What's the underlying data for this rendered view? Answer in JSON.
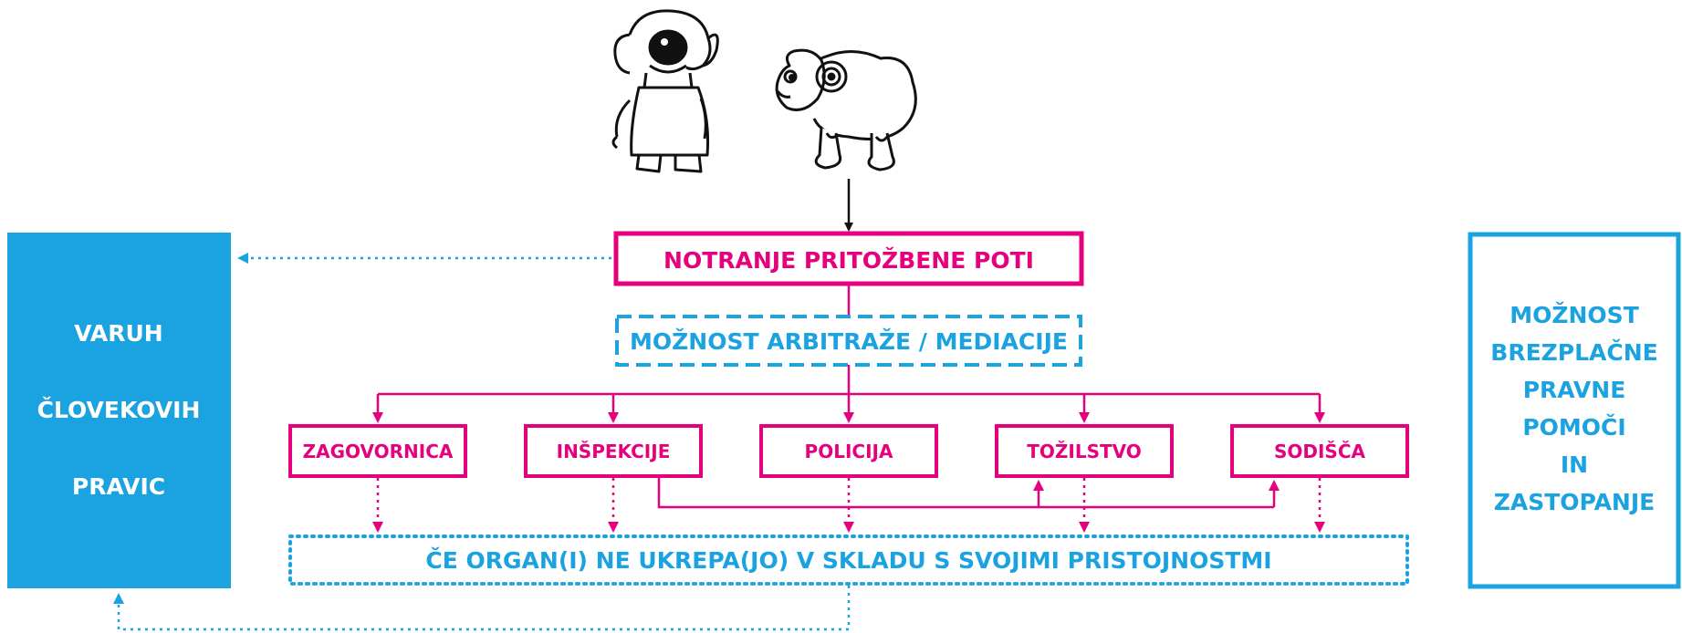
{
  "colors": {
    "magenta": "#e5007e",
    "cyan": "#1aa3e0",
    "black": "#111111"
  },
  "illustration": {
    "figures": [
      "dog-figure",
      "ram-figure"
    ]
  },
  "ombudsman": {
    "lines": [
      "VARUH",
      "ČLOVEKOVIH",
      "PRAVIC"
    ]
  },
  "legal_aid": {
    "lines": [
      "MOŽNOST",
      "BREZPLAČNE",
      "PRAVNE",
      "POMOČI",
      "IN",
      "ZASTOPANJE"
    ]
  },
  "internal": {
    "label": "NOTRANJE PRITOŽBENE POTI"
  },
  "mediation": {
    "label": "MOŽNOST ARBITRAŽE / MEDIACIJE"
  },
  "bodies": [
    {
      "label": "ZAGOVORNICA"
    },
    {
      "label": "INŠPEKCIJE"
    },
    {
      "label": "POLICIJA"
    },
    {
      "label": "TOŽILSTVO"
    },
    {
      "label": "SODIŠČA"
    }
  ],
  "failure": {
    "label": "ČE ORGAN(I) NE UKREPA(JO) V SKLADU S SVOJIMI PRISTOJNOSTMI"
  }
}
